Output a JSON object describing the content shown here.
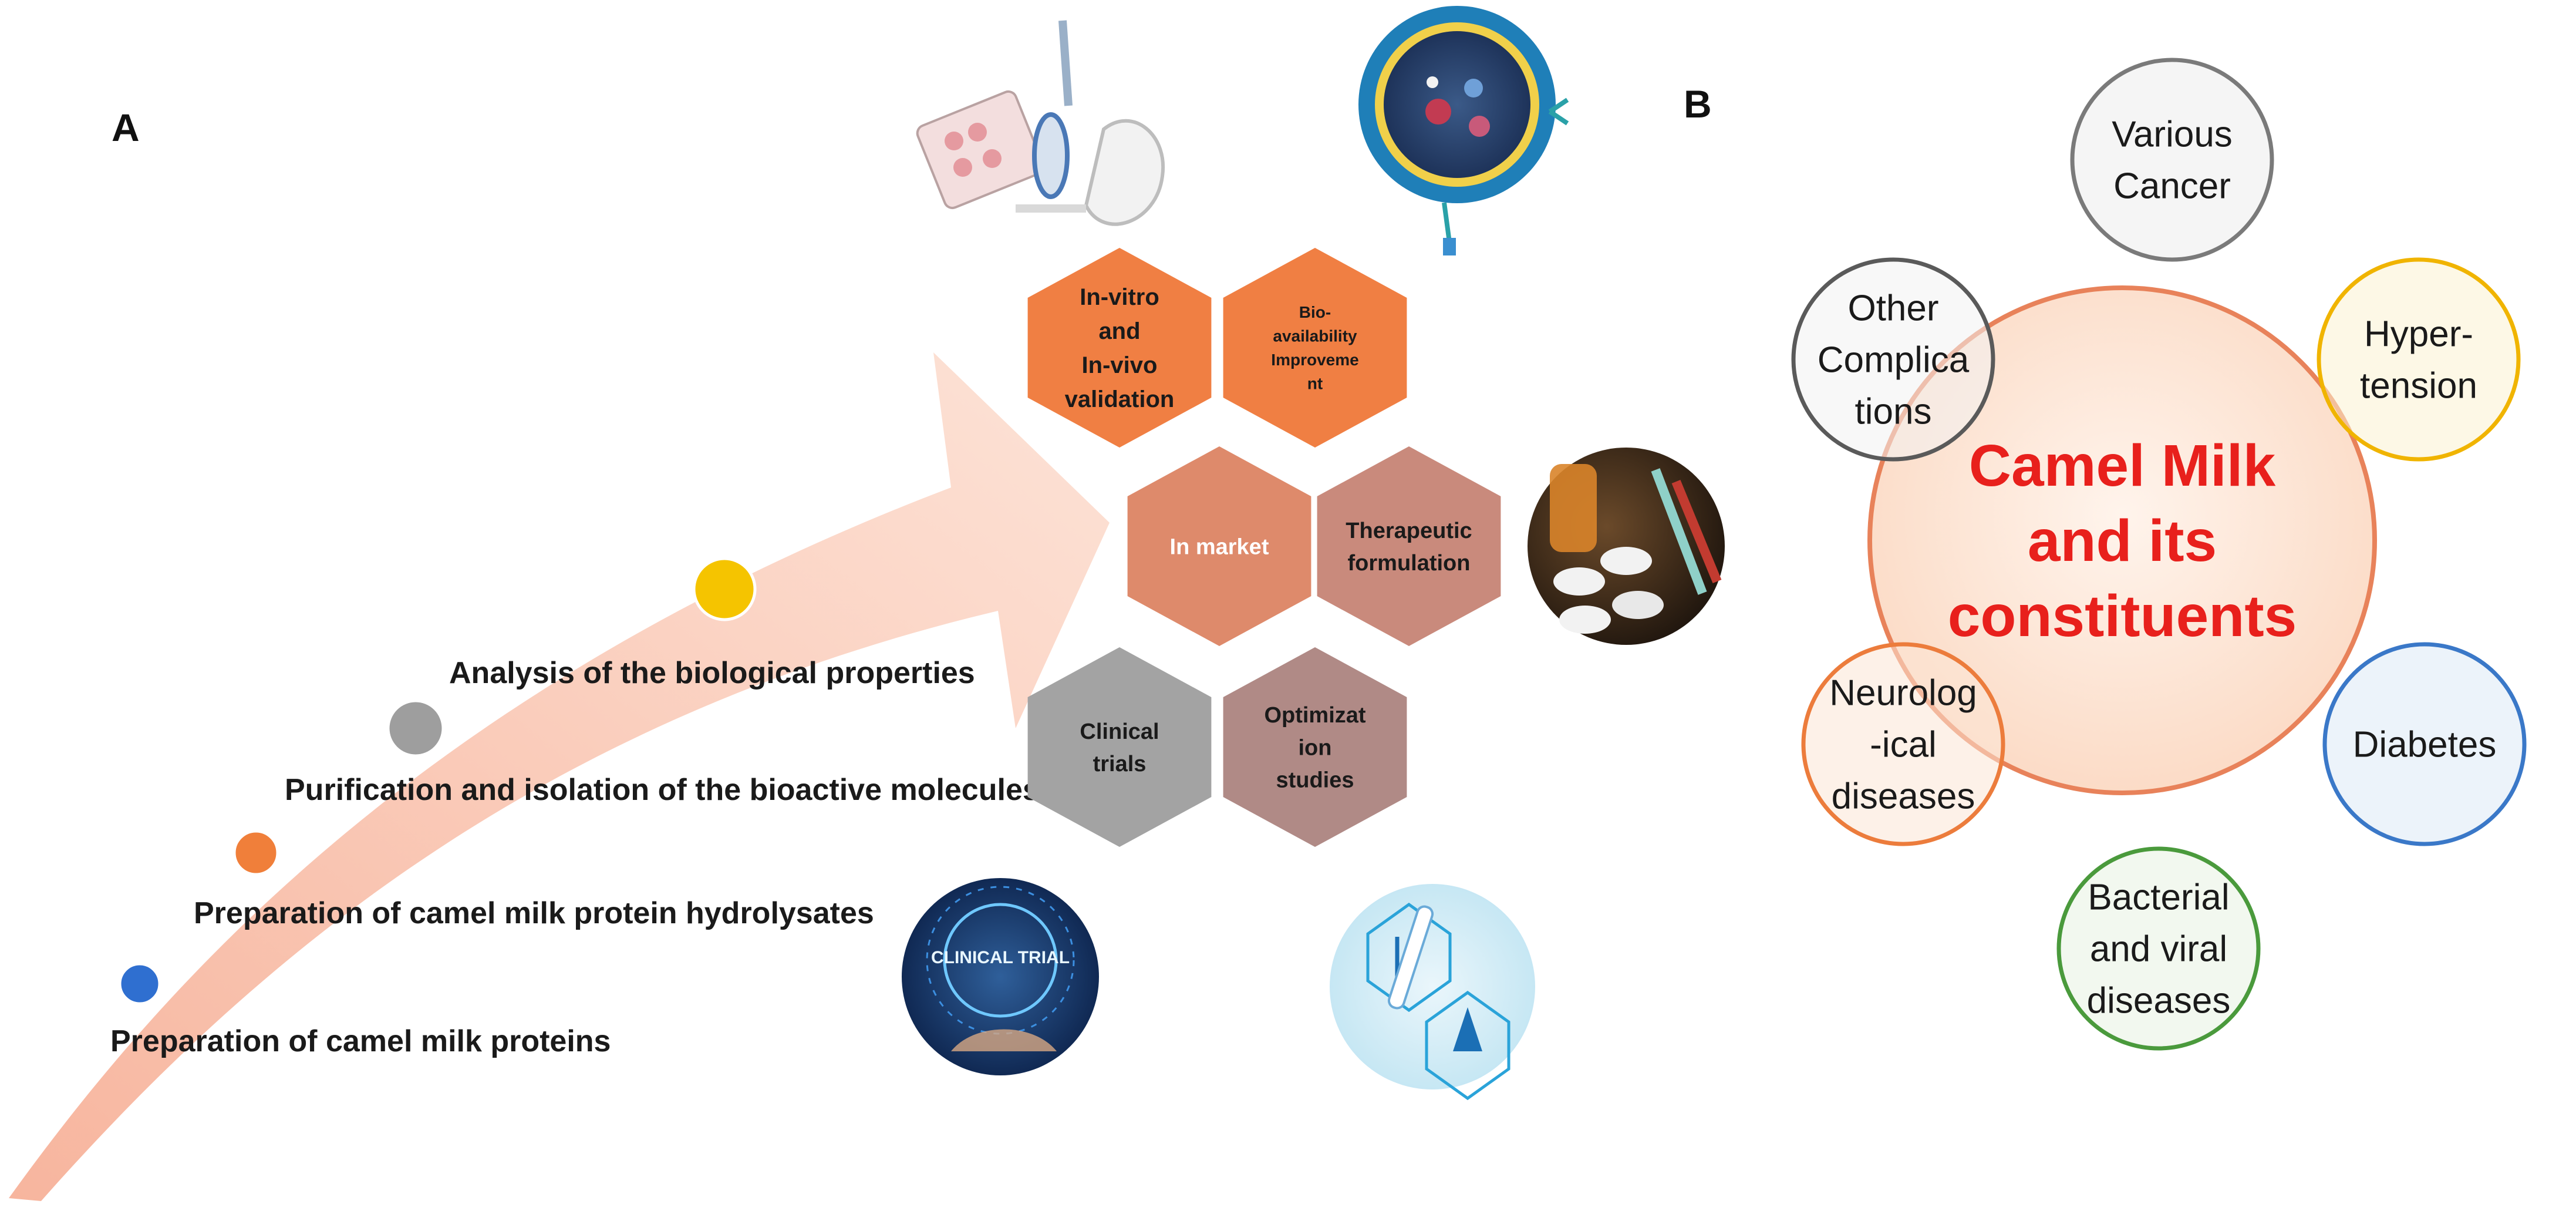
{
  "panel_a": {
    "label": "A",
    "steps": [
      {
        "text": "Preparation of camel milk proteins",
        "color": "#2f6fd0"
      },
      {
        "text": "Preparation of camel milk protein hydrolysates",
        "color": "#f07f3a"
      },
      {
        "text": "Purification and isolation of the bioactive molecules",
        "color": "#9e9e9e"
      },
      {
        "text": "Analysis of the biological properties",
        "color": "#f5c400"
      }
    ],
    "hexagons": [
      {
        "name": "in-vitro",
        "lines": [
          "In-vitro",
          "and",
          "In-vivo",
          "validation"
        ],
        "fill": "#f07f43",
        "text_color": "#1a1a1a"
      },
      {
        "name": "bioavailability",
        "lines": [
          "Bio-",
          "availability",
          "Improveme",
          "nt"
        ],
        "fill": "#f07f43",
        "text_color": "#1a1a1a"
      },
      {
        "name": "in-market",
        "lines": [
          "In market"
        ],
        "fill": "#de8a6b",
        "text_color": "#ffffff"
      },
      {
        "name": "therapeutic",
        "lines": [
          "Therapeutic",
          "formulation"
        ],
        "fill": "#c98a7c",
        "text_color": "#1a1a1a"
      },
      {
        "name": "clinical",
        "lines": [
          "Clinical",
          "trials"
        ],
        "fill": "#a3a3a3",
        "text_color": "#1a1a1a"
      },
      {
        "name": "optimization",
        "lines": [
          "Optimizat",
          "ion",
          "studies"
        ],
        "fill": "#b08a86",
        "text_color": "#1a1a1a"
      }
    ],
    "clinical_badge": "CLINICAL TRIAL"
  },
  "panel_b": {
    "label": "B",
    "center": {
      "lines": [
        "Camel Milk",
        "and its",
        "constituents"
      ],
      "text_color": "#e8201c"
    },
    "circles": [
      {
        "name": "cancer",
        "lines": [
          "Various",
          "Cancer"
        ],
        "fill": "#ececec",
        "stroke": "#7a7a7a"
      },
      {
        "name": "hypertension",
        "lines": [
          "Hyper-",
          "tension"
        ],
        "fill": "#fbf3d2",
        "stroke": "#f0b400"
      },
      {
        "name": "diabetes",
        "lines": [
          "Diabetes"
        ],
        "fill": "#dce9f6",
        "stroke": "#3a78c8"
      },
      {
        "name": "bacterial",
        "lines": [
          "Bacterial",
          "and viral",
          "diseases"
        ],
        "fill": "#e7f2e2",
        "stroke": "#4a9a3c"
      },
      {
        "name": "neurological",
        "lines": [
          "Neurolog",
          "-ical",
          "diseases"
        ],
        "fill": "#fbe5d6",
        "stroke": "#ec7c3c"
      },
      {
        "name": "other",
        "lines": [
          "Other",
          "Complica",
          "tions"
        ],
        "fill": "#f2f2f2",
        "stroke": "#5a5a5a"
      }
    ]
  }
}
